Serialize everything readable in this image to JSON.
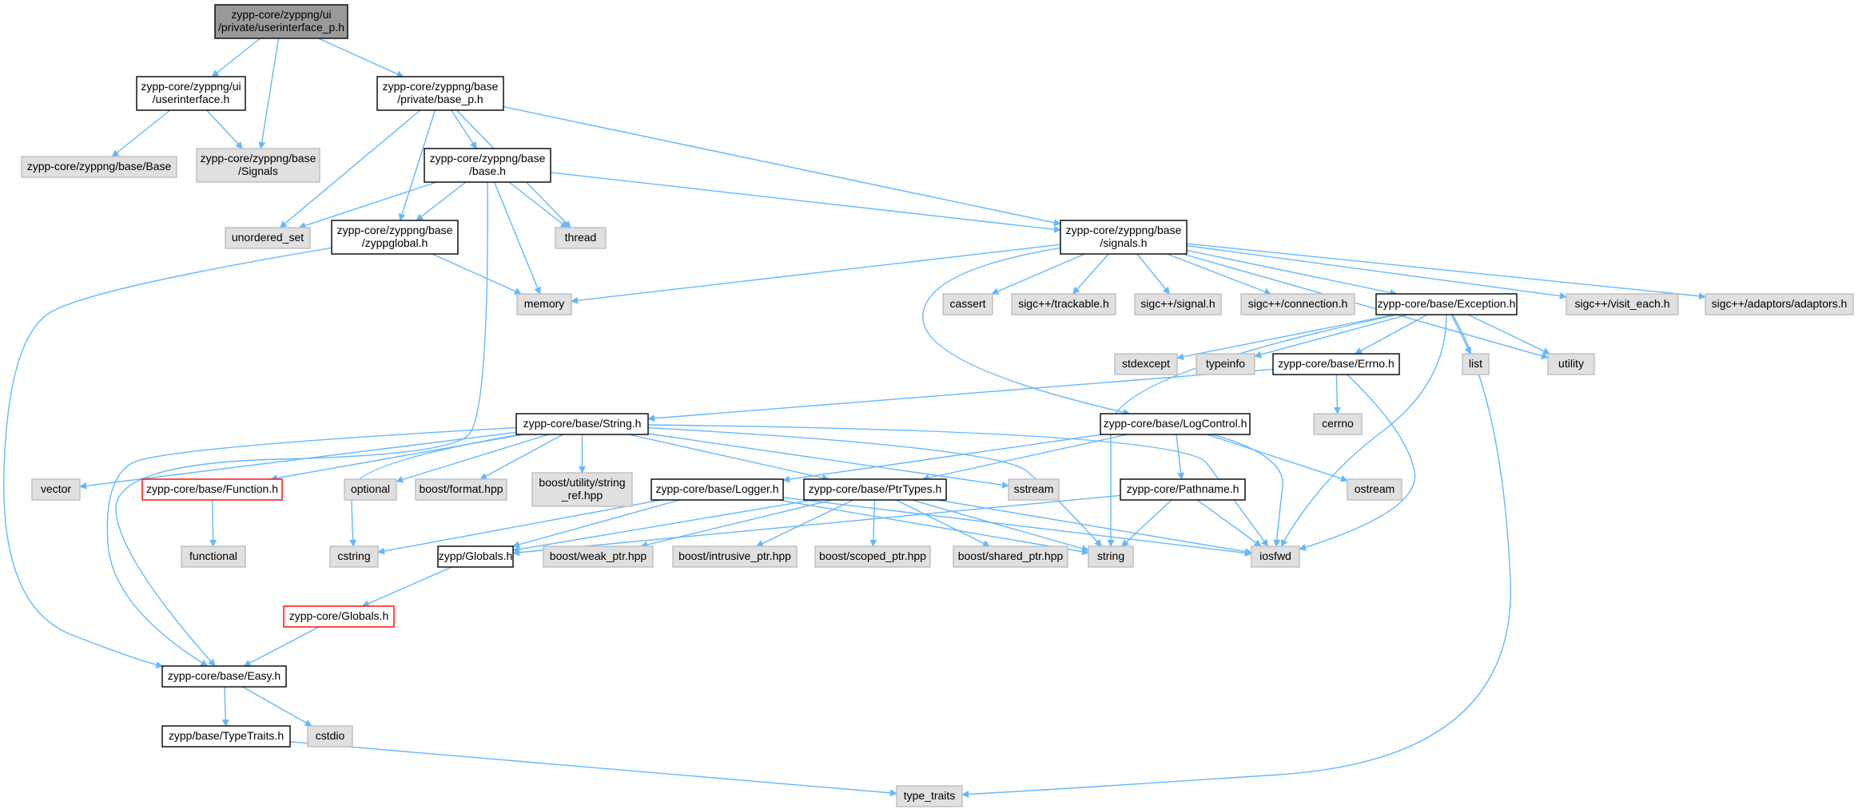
{
  "colors": {
    "edge": "#63b8ff",
    "root_fill": "#999999",
    "header_fill": "#ffffff",
    "system_fill": "#e0e0e0",
    "truncated_stroke": "#ff0000",
    "normal_stroke": "#000000",
    "system_stroke": "#bfbfbf"
  },
  "nodes": [
    {
      "id": "root",
      "lines": [
        "zypp-core/zyppng/ui",
        "/private/userinterface_p.h"
      ],
      "kind": "root"
    },
    {
      "id": "ui_userinterface",
      "lines": [
        "zypp-core/zyppng/ui",
        "/userinterface.h"
      ],
      "kind": "header"
    },
    {
      "id": "base_private_base_p",
      "lines": [
        "zypp-core/zyppng/base",
        "/private/base_p.h"
      ],
      "kind": "header"
    },
    {
      "id": "zyppng_base_Base",
      "lines": [
        "zypp-core/zyppng/base/Base"
      ],
      "kind": "system"
    },
    {
      "id": "zyppng_base_Signals",
      "lines": [
        "zypp-core/zyppng/base",
        "/Signals"
      ],
      "kind": "system"
    },
    {
      "id": "zyppng_base_base_h",
      "lines": [
        "zypp-core/zyppng/base",
        "/base.h"
      ],
      "kind": "header"
    },
    {
      "id": "unordered_set",
      "lines": [
        "unordered_set"
      ],
      "kind": "system"
    },
    {
      "id": "zyppglobal",
      "lines": [
        "zypp-core/zyppng/base",
        "/zyppglobal.h"
      ],
      "kind": "header"
    },
    {
      "id": "thread",
      "lines": [
        "thread"
      ],
      "kind": "system"
    },
    {
      "id": "signals_h",
      "lines": [
        "zypp-core/zyppng/base",
        "/signals.h"
      ],
      "kind": "header"
    },
    {
      "id": "memory",
      "lines": [
        "memory"
      ],
      "kind": "system"
    },
    {
      "id": "cassert",
      "lines": [
        "cassert"
      ],
      "kind": "system"
    },
    {
      "id": "sigc_trackable",
      "lines": [
        "sigc++/trackable.h"
      ],
      "kind": "system"
    },
    {
      "id": "sigc_signal",
      "lines": [
        "sigc++/signal.h"
      ],
      "kind": "system"
    },
    {
      "id": "sigc_connection",
      "lines": [
        "sigc++/connection.h"
      ],
      "kind": "system"
    },
    {
      "id": "exception_h",
      "lines": [
        "zypp-core/base/Exception.h"
      ],
      "kind": "header"
    },
    {
      "id": "sigc_visit_each",
      "lines": [
        "sigc++/visit_each.h"
      ],
      "kind": "system"
    },
    {
      "id": "sigc_adaptors",
      "lines": [
        "sigc++/adaptors/adaptors.h"
      ],
      "kind": "system"
    },
    {
      "id": "stdexcept",
      "lines": [
        "stdexcept"
      ],
      "kind": "system"
    },
    {
      "id": "typeinfo",
      "lines": [
        "typeinfo"
      ],
      "kind": "system"
    },
    {
      "id": "errno_h",
      "lines": [
        "zypp-core/base/Errno.h"
      ],
      "kind": "header"
    },
    {
      "id": "list",
      "lines": [
        "list"
      ],
      "kind": "system"
    },
    {
      "id": "utility",
      "lines": [
        "utility"
      ],
      "kind": "system"
    },
    {
      "id": "cerrno",
      "lines": [
        "cerrno"
      ],
      "kind": "system"
    },
    {
      "id": "string_h",
      "lines": [
        "zypp-core/base/String.h"
      ],
      "kind": "header"
    },
    {
      "id": "logcontrol_h",
      "lines": [
        "zypp-core/base/LogControl.h"
      ],
      "kind": "header"
    },
    {
      "id": "vector",
      "lines": [
        "vector"
      ],
      "kind": "system"
    },
    {
      "id": "function_h",
      "lines": [
        "zypp-core/base/Function.h"
      ],
      "kind": "truncated"
    },
    {
      "id": "optional",
      "lines": [
        "optional"
      ],
      "kind": "system"
    },
    {
      "id": "boost_format",
      "lines": [
        "boost/format.hpp"
      ],
      "kind": "system"
    },
    {
      "id": "boost_string_ref",
      "lines": [
        "boost/utility/string",
        "_ref.hpp"
      ],
      "kind": "system"
    },
    {
      "id": "logger_h",
      "lines": [
        "zypp-core/base/Logger.h"
      ],
      "kind": "header"
    },
    {
      "id": "ptrtypes_h",
      "lines": [
        "zypp-core/base/PtrTypes.h"
      ],
      "kind": "header"
    },
    {
      "id": "sstream",
      "lines": [
        "sstream"
      ],
      "kind": "system"
    },
    {
      "id": "pathname_h",
      "lines": [
        "zypp-core/Pathname.h"
      ],
      "kind": "header"
    },
    {
      "id": "ostream",
      "lines": [
        "ostream"
      ],
      "kind": "system"
    },
    {
      "id": "functional",
      "lines": [
        "functional"
      ],
      "kind": "system"
    },
    {
      "id": "cstring",
      "lines": [
        "cstring"
      ],
      "kind": "system"
    },
    {
      "id": "zypp_globals",
      "lines": [
        "zypp/Globals.h"
      ],
      "kind": "header"
    },
    {
      "id": "boost_weak_ptr",
      "lines": [
        "boost/weak_ptr.hpp"
      ],
      "kind": "system"
    },
    {
      "id": "boost_intrusive_ptr",
      "lines": [
        "boost/intrusive_ptr.hpp"
      ],
      "kind": "system"
    },
    {
      "id": "boost_scoped_ptr",
      "lines": [
        "boost/scoped_ptr.hpp"
      ],
      "kind": "system"
    },
    {
      "id": "boost_shared_ptr",
      "lines": [
        "boost/shared_ptr.hpp"
      ],
      "kind": "system"
    },
    {
      "id": "string",
      "lines": [
        "string"
      ],
      "kind": "system"
    },
    {
      "id": "iosfwd",
      "lines": [
        "iosfwd"
      ],
      "kind": "system"
    },
    {
      "id": "core_globals",
      "lines": [
        "zypp-core/Globals.h"
      ],
      "kind": "truncated"
    },
    {
      "id": "easy_h",
      "lines": [
        "zypp-core/base/Easy.h"
      ],
      "kind": "header"
    },
    {
      "id": "typetraits_h",
      "lines": [
        "zypp/base/TypeTraits.h"
      ],
      "kind": "header"
    },
    {
      "id": "cstdio",
      "lines": [
        "cstdio"
      ],
      "kind": "system"
    },
    {
      "id": "type_traits",
      "lines": [
        "type_traits"
      ],
      "kind": "system"
    }
  ]
}
